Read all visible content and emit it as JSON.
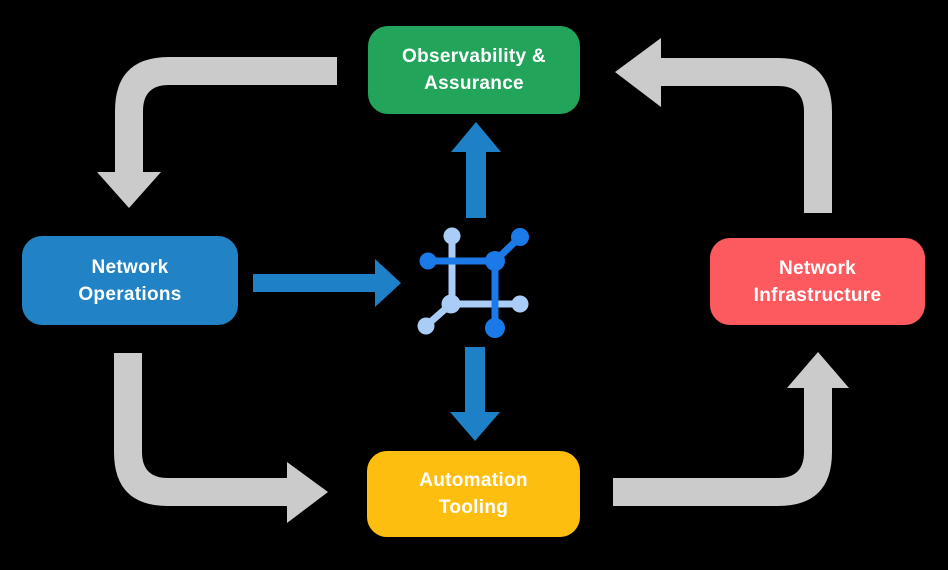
{
  "diagram": {
    "background": "#000000",
    "colors": {
      "background": "#000000",
      "cycle_arrow_gray": "#CBCBCB",
      "flow_arrow_blue": "#1E81C8",
      "icon_dark_blue": "#1B7AE8",
      "icon_light_blue": "#A9CDF6",
      "label_text": "#FFFFFF"
    },
    "nodes": [
      {
        "id": "observability-assurance",
        "label": "Observability & Assurance",
        "line1": "Observability &",
        "line2": "Assurance",
        "color": "#22A55B"
      },
      {
        "id": "network-operations",
        "label": "Network Operations",
        "line1": "Network",
        "line2": "Operations",
        "color": "#2183C5"
      },
      {
        "id": "network-infrastructure",
        "label": "Network Infrastructure",
        "line1": "Network",
        "line2": "Infrastructure",
        "color": "#FC5A5E"
      },
      {
        "id": "automation-tooling",
        "label": "Automation Tooling",
        "line1": "Automation",
        "line2": "Tooling",
        "color": "#FEBE10"
      }
    ],
    "center_icon": {
      "name": "network-mesh-icon"
    },
    "arrows": [
      {
        "id": "cycle-observability-to-operations",
        "from": "observability-assurance",
        "to": "network-operations",
        "style": "gray-cycle"
      },
      {
        "id": "cycle-operations-to-automation",
        "from": "network-operations",
        "to": "automation-tooling",
        "style": "gray-cycle"
      },
      {
        "id": "cycle-automation-to-infrastructure",
        "from": "automation-tooling",
        "to": "network-infrastructure",
        "style": "gray-cycle"
      },
      {
        "id": "cycle-infrastructure-to-observability",
        "from": "network-infrastructure",
        "to": "observability-assurance",
        "style": "gray-cycle"
      },
      {
        "id": "flow-operations-to-center",
        "from": "network-operations",
        "to": "center-icon",
        "style": "blue-flow"
      },
      {
        "id": "flow-center-to-observability",
        "from": "center-icon",
        "to": "observability-assurance",
        "style": "blue-flow"
      },
      {
        "id": "flow-center-to-automation",
        "from": "center-icon",
        "to": "automation-tooling",
        "style": "blue-flow"
      }
    ]
  }
}
